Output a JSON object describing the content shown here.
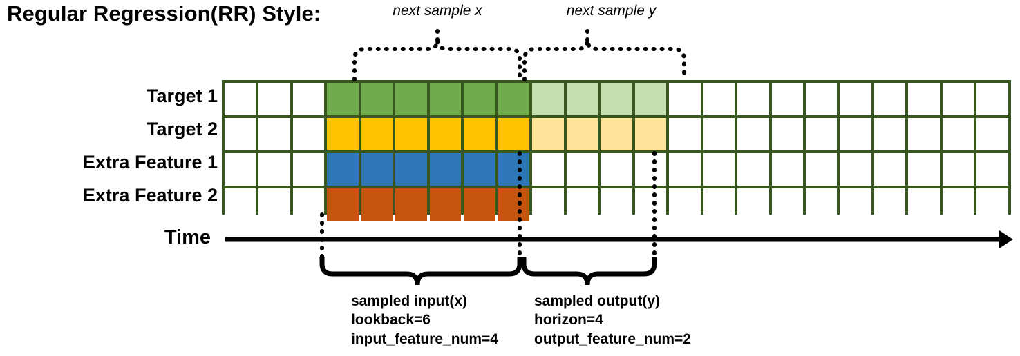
{
  "title": "Regular Regression(RR) Style:",
  "row_labels": [
    "Target 1",
    "Target 2",
    "Extra Feature 1",
    "Extra Feature 2"
  ],
  "time_axis_label": "Time",
  "top_annotations": [
    {
      "text": "next sample x"
    },
    {
      "text": "next sample y"
    }
  ],
  "bottom_annotations": [
    {
      "line1": "sampled input(x)",
      "line2": "lookback=6",
      "line3": "input_feature_num=4"
    },
    {
      "line1": "sampled output(y)",
      "line2": "horizon=4",
      "line3": "output_feature_num=2"
    }
  ],
  "colors": {
    "grid_border": "#37571f",
    "empty_cell": "#ffffff",
    "target1": "#6fab4a",
    "target1_faded": "#c5dfb0",
    "target2": "#ffc300",
    "target2_faded": "#ffe499",
    "extra_feature1": "#2d77b8",
    "extra_feature2": "#c5540f",
    "annotation": "#000000"
  },
  "grid": {
    "columns_total": 23,
    "leading_blank_columns": 3,
    "input_columns": 6,
    "output_columns": 4,
    "trailing_blank_columns": 10,
    "rows": [
      {
        "name": "Target 1",
        "filled_color": "#6fab4a",
        "faded_color": "#c5dfb0",
        "cells": [
          "empty",
          "empty",
          "empty",
          "fill",
          "fill",
          "fill",
          "fill",
          "fill",
          "fill",
          "fade",
          "fade",
          "fade",
          "fade",
          "empty",
          "empty",
          "empty",
          "empty",
          "empty",
          "empty",
          "empty",
          "empty",
          "empty",
          "empty"
        ]
      },
      {
        "name": "Target 2",
        "filled_color": "#ffc300",
        "faded_color": "#ffe499",
        "cells": [
          "empty",
          "empty",
          "empty",
          "fill",
          "fill",
          "fill",
          "fill",
          "fill",
          "fill",
          "fade",
          "fade",
          "fade",
          "fade",
          "empty",
          "empty",
          "empty",
          "empty",
          "empty",
          "empty",
          "empty",
          "empty",
          "empty",
          "empty"
        ]
      },
      {
        "name": "Extra Feature 1",
        "filled_color": "#2d77b8",
        "faded_color": "#ffffff",
        "cells": [
          "empty",
          "empty",
          "empty",
          "fill",
          "fill",
          "fill",
          "fill",
          "fill",
          "fill",
          "empty",
          "empty",
          "empty",
          "empty",
          "empty",
          "empty",
          "empty",
          "empty",
          "empty",
          "empty",
          "empty",
          "empty",
          "empty",
          "empty"
        ]
      },
      {
        "name": "Extra Feature 2",
        "filled_color": "#c5540f",
        "faded_color": "#ffffff",
        "cells": [
          "empty",
          "empty",
          "empty",
          "fill",
          "fill",
          "fill",
          "fill",
          "fill",
          "fill",
          "empty",
          "empty",
          "empty",
          "empty",
          "empty",
          "empty",
          "empty",
          "empty",
          "empty",
          "empty",
          "empty",
          "empty",
          "empty",
          "empty"
        ]
      }
    ]
  }
}
